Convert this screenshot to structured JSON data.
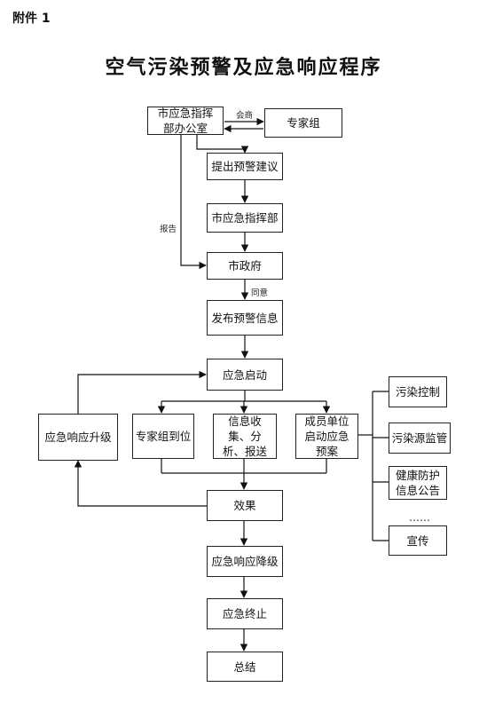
{
  "attachment_label": "附件 1",
  "title": "空气污染预警及应急响应程序",
  "nodes": {
    "office": "市应急指挥部办公室",
    "experts": "专家组",
    "propose": "提出预警建议",
    "hq": "市应急指挥部",
    "gov": "市政府",
    "publish": "发布预警信息",
    "start": "应急启动",
    "upgrade": "应急响应升级",
    "experts_arrive": "专家组到位",
    "info": "信息收集、分析、报送",
    "members": "成员单位启动应急预案",
    "effect": "效果",
    "downgrade": "应急响应降级",
    "end": "应急终止",
    "summary": "总结",
    "pollution_control": "污染控制",
    "source_monitor": "污染源监管",
    "health_notice": "健康防护信息公告",
    "ellipsis": "……",
    "publicity": "宣传"
  },
  "edge_labels": {
    "consult": "会商",
    "report": "报告",
    "agree": "同意"
  }
}
